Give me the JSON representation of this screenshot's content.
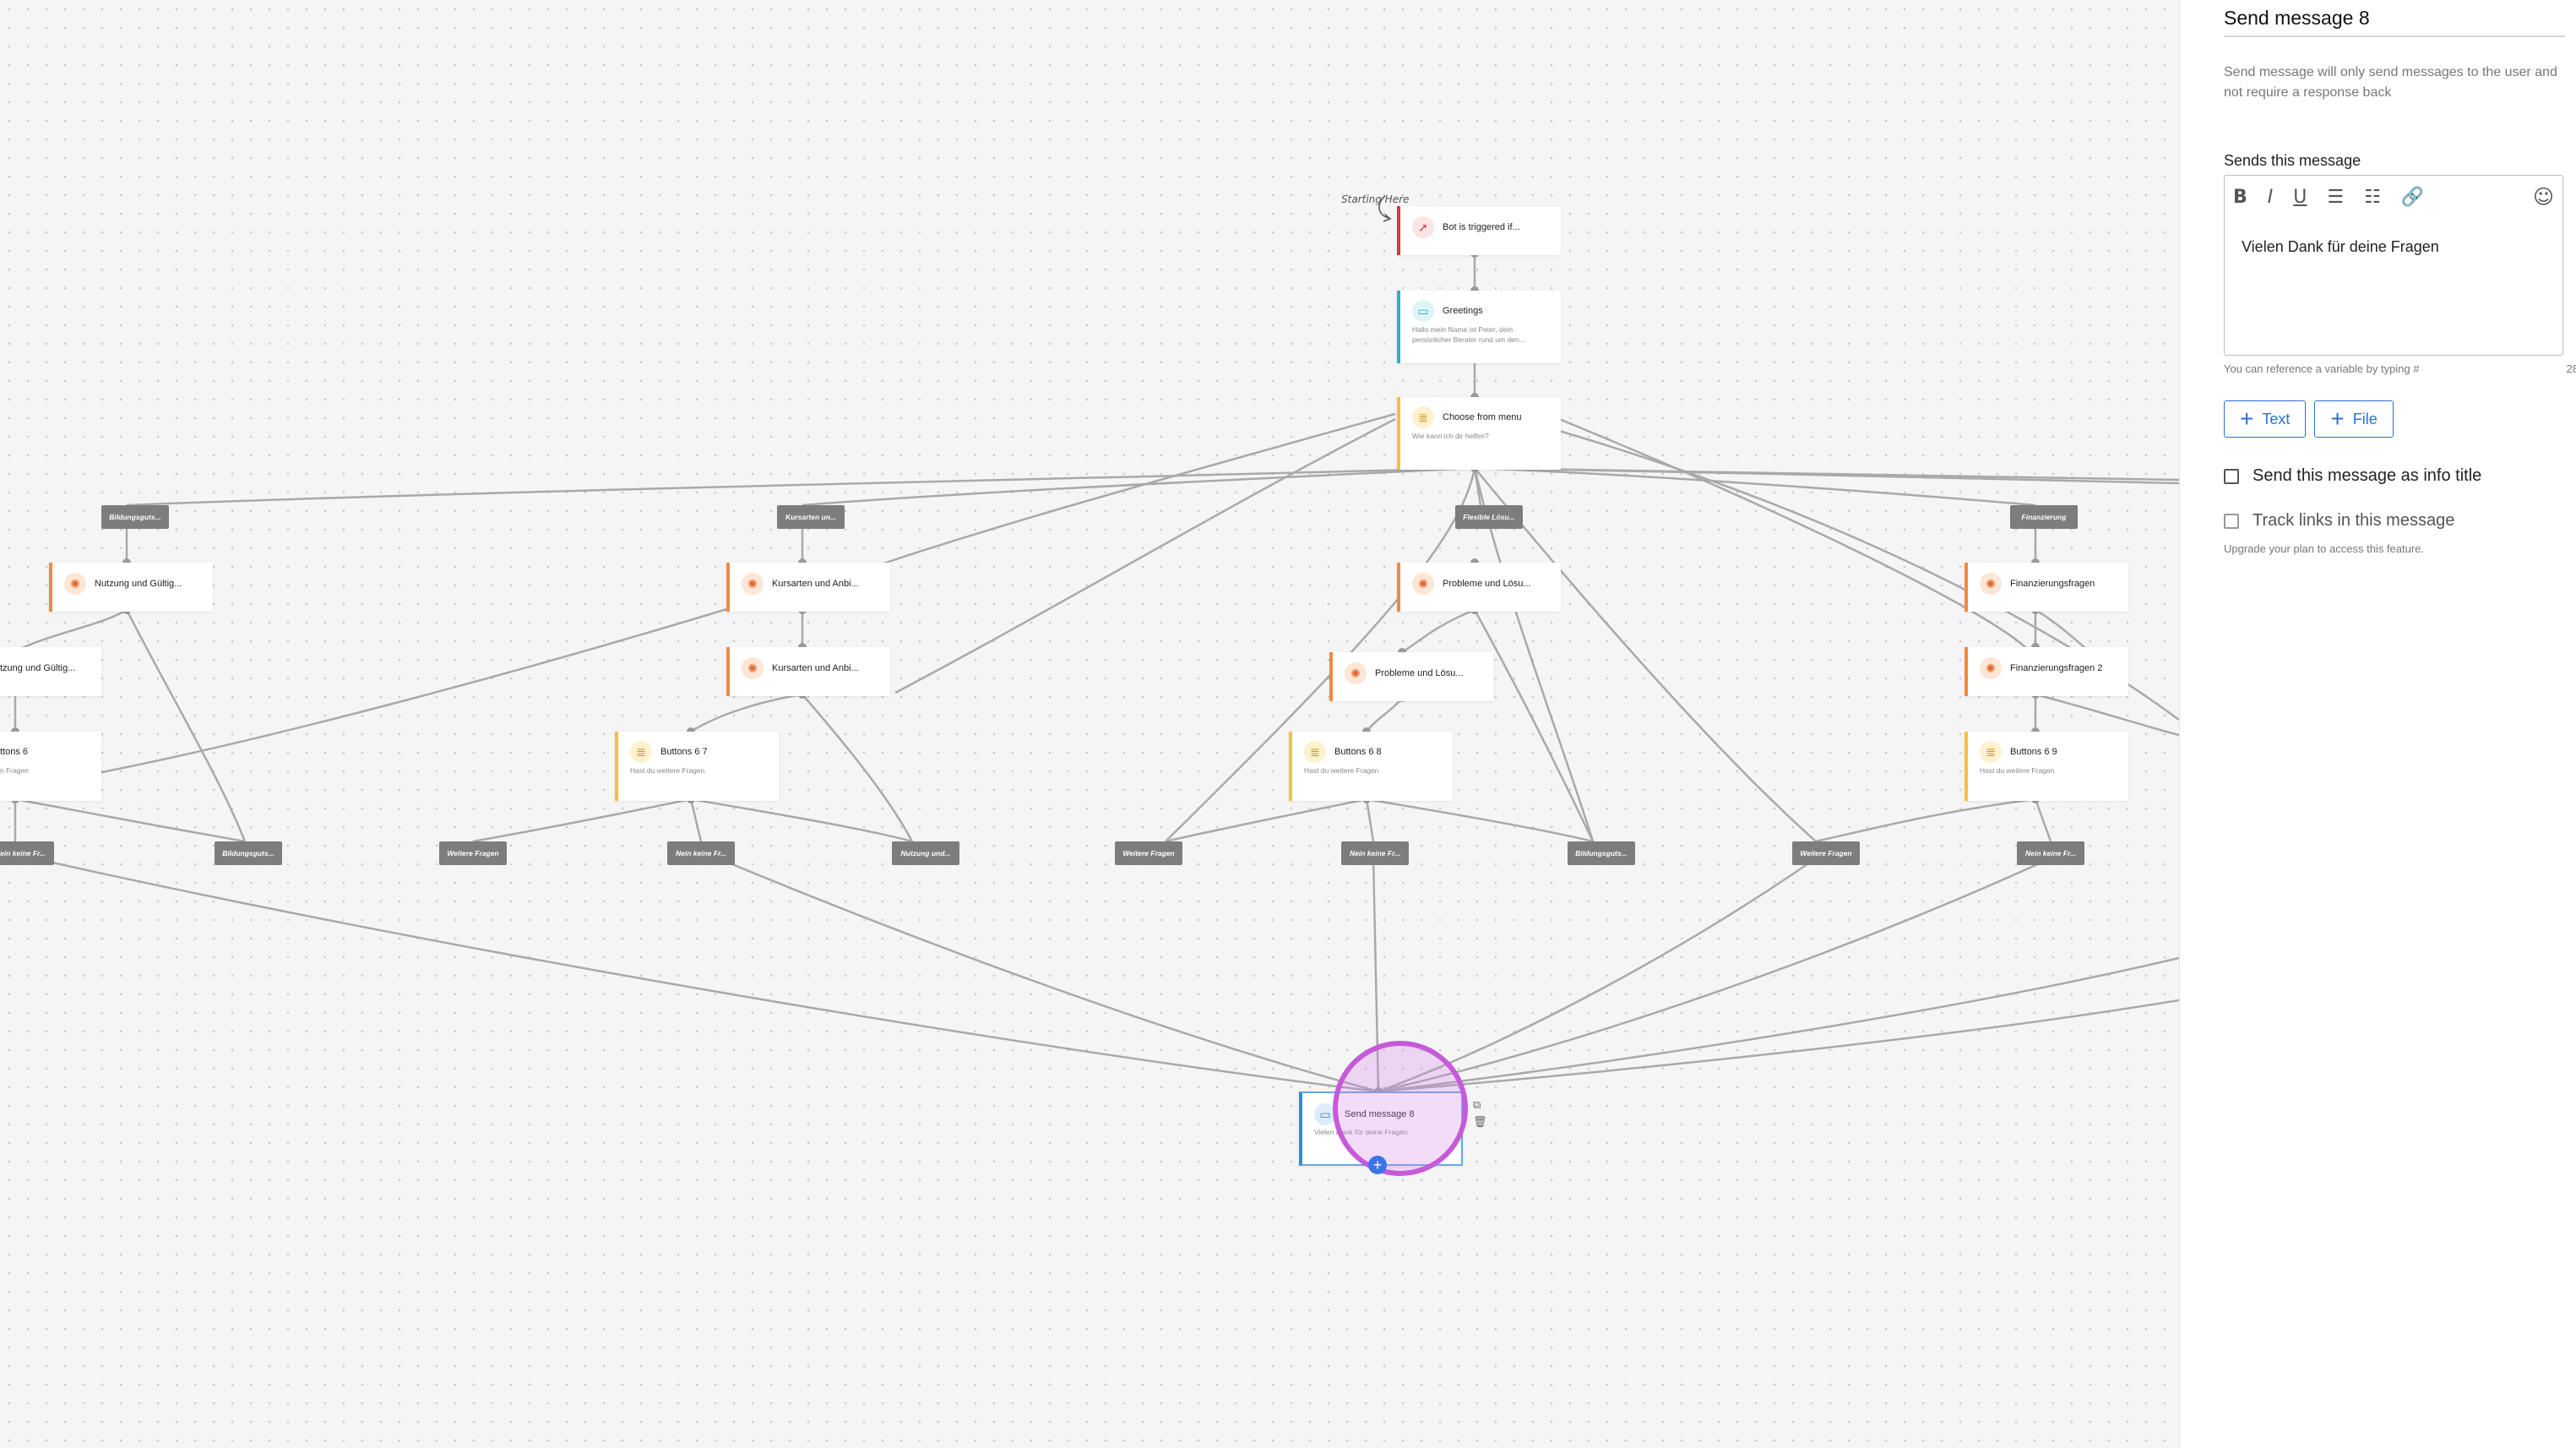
{
  "annotation": "Starting Here",
  "nodes": {
    "trigger": {
      "title": "Bot is triggered if...",
      "icon": "cursor-icon"
    },
    "greetings": {
      "title": "Greetings",
      "subtitle": "Hallo mein Name ist Peter, dein persönlicher Berater rund um den...",
      "icon": "chat-icon"
    },
    "menu": {
      "title": "Choose from menu",
      "subtitle": "Wie kann ich dir helfen?",
      "icon": "list-icon"
    },
    "nutzung1": {
      "title": "Nutzung und Gültig...",
      "icon": "brain-icon"
    },
    "nutzung2": {
      "title": "tzung und Gültig...",
      "icon": "brain-icon"
    },
    "buttons6": {
      "title": "ttons 6",
      "subtitle": "n Fragen",
      "icon": "list-icon"
    },
    "kurs1": {
      "title": "Kursarten und Anbi...",
      "icon": "brain-icon"
    },
    "kurs2": {
      "title": "Kursarten und Anbi...",
      "icon": "brain-icon"
    },
    "buttons67": {
      "title": "Buttons 6 7",
      "subtitle": "Hast du weitere Fragen",
      "icon": "list-icon"
    },
    "prob1": {
      "title": "Probleme und Lösu...",
      "icon": "brain-icon"
    },
    "prob2": {
      "title": "Probleme und Lösu...",
      "icon": "brain-icon"
    },
    "buttons68": {
      "title": "Buttons 6 8",
      "subtitle": "Hast du weitere Fragen",
      "icon": "list-icon"
    },
    "fin1": {
      "title": "Finanzierungsfragen",
      "icon": "brain-icon"
    },
    "fin2": {
      "title": "Finanzierungsfragen 2",
      "icon": "brain-icon"
    },
    "buttons69": {
      "title": "Buttons 6 9",
      "subtitle": "Hast du weitere Fragen",
      "icon": "list-icon"
    },
    "send8": {
      "title": "Send message 8",
      "subtitle": "Vielen Dank für deine Fragen",
      "icon": "chat-icon"
    }
  },
  "tags": {
    "menu_bildung": "Bildungsguts...",
    "menu_kurs": "Kursarten un...",
    "menu_flex": "Flexible Lösu...",
    "menu_fin": "Finanzierung",
    "b6_nein": "Nein keine Fr...",
    "b6_bildung": "Bildungsguts...",
    "b67_weitere": "Weitere Fragen",
    "b67_nein": "Nein keine Fr...",
    "b67_nutzung": "Nutzung und...",
    "b68_weitere": "Weitere Fragen",
    "b68_nein": "Nein keine Fr...",
    "b68_bildung": "Bildungsguts...",
    "b69_weitere": "Weitere Fragen",
    "b69_nein": "Nein keine Fr..."
  },
  "panel": {
    "title": "Send message 8",
    "description": "Send message will only send messages to the user and not require a response back",
    "sends_label": "Sends this message",
    "toolbar": {
      "bold": "B",
      "italic": "I",
      "underline": "U",
      "bullets": "☰",
      "numbered": "☷",
      "link": "🔗",
      "emoji": "☺"
    },
    "message": "Vielen Dank für deine Fragen",
    "hint": "You can reference a variable by typing #",
    "counter": "28",
    "add_text": "Text",
    "add_file": "File",
    "info_title_label": "Send this message as info title",
    "track_links_label": "Track links in this message",
    "upgrade_note": "Upgrade your plan to access this feature."
  },
  "colors": {
    "accent": "#2b6fd6",
    "trigger": "#d9363e",
    "message": "#25b3c4",
    "menu": "#f3c23c",
    "ai": "#f08a3e",
    "selected_halo": "#c65ad9"
  }
}
